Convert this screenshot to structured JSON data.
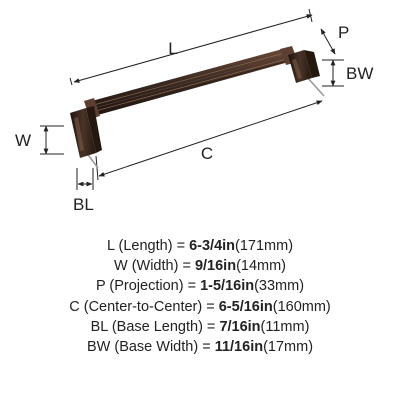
{
  "diagram": {
    "labels": {
      "L": "L",
      "P": "P",
      "BW": "BW",
      "W": "W",
      "C": "C",
      "BL": "BL"
    },
    "colors": {
      "finish": "#3a2a22",
      "finish_dark": "#1e1410",
      "highlight": "#7a5a45",
      "line": "#222222"
    }
  },
  "specs": [
    {
      "abbr": "L",
      "name": "(Length)",
      "value": "6-3/4in",
      "metric": "(171mm)"
    },
    {
      "abbr": "W",
      "name": "(Width)",
      "value": "9/16in",
      "metric": "(14mm)"
    },
    {
      "abbr": "P",
      "name": "(Projection)",
      "value": "1-5/16in",
      "metric": "(33mm)"
    },
    {
      "abbr": "C",
      "name": "(Center-to-Center)",
      "value": "6-5/16in",
      "metric": "(160mm)"
    },
    {
      "abbr": "BL",
      "name": "(Base Length)",
      "value": "7/16in",
      "metric": "(11mm)"
    },
    {
      "abbr": "BW",
      "name": "(Base Width)",
      "value": "11/16in",
      "metric": "(17mm)"
    }
  ]
}
